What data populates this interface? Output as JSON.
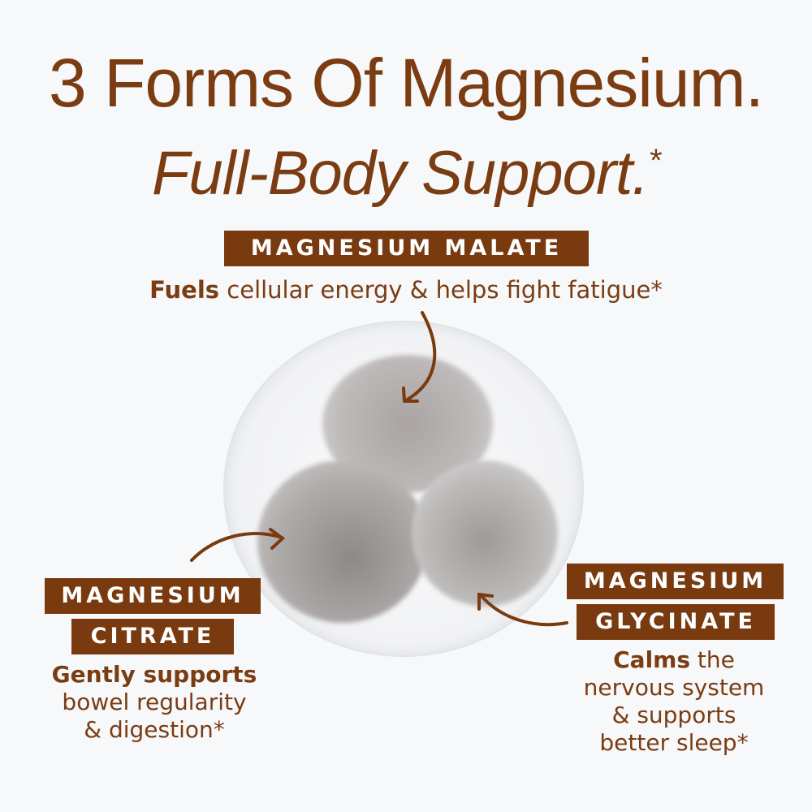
{
  "header": {
    "line1": "3 Forms Of Magnesium.",
    "line2": "Full-Body Support.",
    "line2_mark": "*"
  },
  "malate": {
    "tag": "MAGNESIUM MALATE",
    "bold": "Fuels",
    "text": " cellular energy & helps fight fatigue*"
  },
  "citrate": {
    "tag1": "MAGNESIUM",
    "tag2": "CITRATE",
    "bold": "Gently supports",
    "line2": "bowel regularity",
    "line3": "& digestion*"
  },
  "glycinate": {
    "tag1": "MAGNESIUM",
    "tag2": "GLYCINATE",
    "bold": "Calms",
    "line1_rest": " the",
    "line2": "nervous system",
    "line3": "& supports",
    "line4": "better sleep*"
  },
  "colors": {
    "brown": "#7a3a0f",
    "background": "#f6f8fa"
  }
}
